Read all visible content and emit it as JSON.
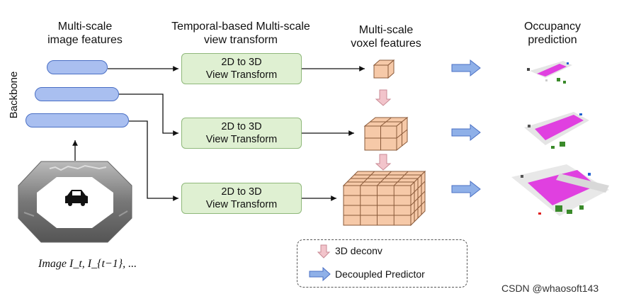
{
  "headers": {
    "image_features": [
      "Multi-scale",
      "image features"
    ],
    "view_transform": [
      "Temporal-based Multi-scale",
      "view transform"
    ],
    "voxel_features": [
      "Multi-scale",
      "voxel features"
    ],
    "occupancy": [
      "Occupancy",
      "prediction"
    ]
  },
  "backbone_label": "Backbone",
  "view_transform_blocks": [
    {
      "line1": "2D to 3D",
      "line2": "View Transform"
    },
    {
      "line1": "2D to 3D",
      "line2": "View Transform"
    },
    {
      "line1": "2D to 3D",
      "line2": "View Transform"
    }
  ],
  "image_caption": "Image I_t, I_{t−1}, ...",
  "legend": {
    "deconv": "3D deconv",
    "predictor": "Decoupled Predictor"
  },
  "watermark": "CSDN @whaosoft143",
  "colors": {
    "feature_fill": "#a9bff0",
    "feature_stroke": "#4a6fc4",
    "vt_fill": "#dff0d2",
    "vt_stroke": "#8fb87a",
    "voxel_fill": "#f6c9a8",
    "voxel_stroke": "#8a5a3a",
    "deconv_arrow": "#f2c4cb",
    "predictor_arrow": "#8fb0e8",
    "occupancy_magenta": "#e040e0"
  }
}
